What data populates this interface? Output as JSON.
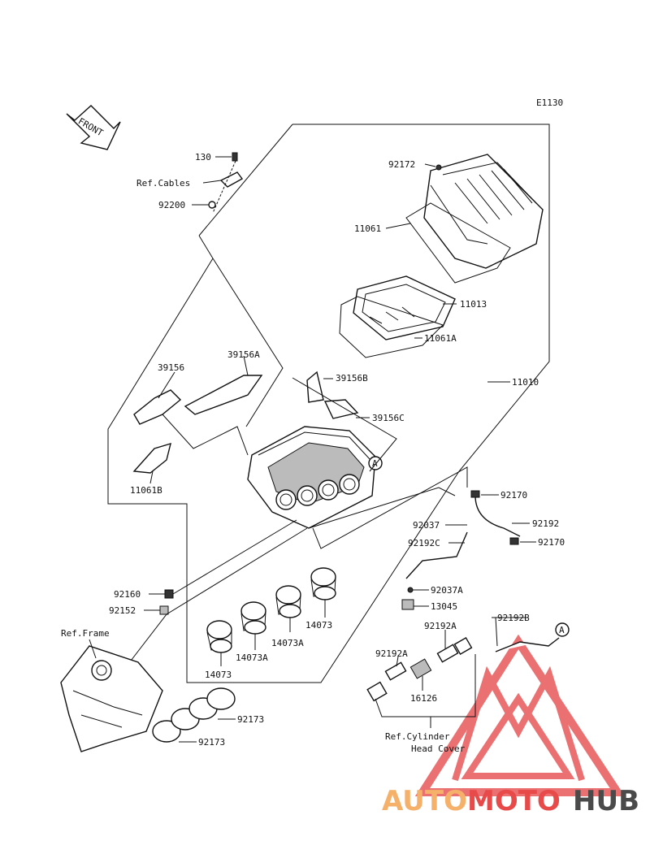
{
  "diagram_id": "E1130",
  "front_label": "FRONT",
  "callout_marker": "A",
  "parts": [
    {
      "id": "p130",
      "label": "130"
    },
    {
      "id": "pRefCables",
      "label": "Ref.Cables"
    },
    {
      "id": "p92200",
      "label": "92200"
    },
    {
      "id": "p92172",
      "label": "92172"
    },
    {
      "id": "p11061",
      "label": "11061"
    },
    {
      "id": "p11013",
      "label": "11013"
    },
    {
      "id": "p11061A",
      "label": "11061A"
    },
    {
      "id": "p39156A",
      "label": "39156A"
    },
    {
      "id": "p39156",
      "label": "39156"
    },
    {
      "id": "p39156B",
      "label": "39156B"
    },
    {
      "id": "p11010",
      "label": "11010"
    },
    {
      "id": "p39156C",
      "label": "39156C"
    },
    {
      "id": "p11061B",
      "label": "11061B"
    },
    {
      "id": "p92170a",
      "label": "92170"
    },
    {
      "id": "p92037",
      "label": "92037"
    },
    {
      "id": "p92192",
      "label": "92192"
    },
    {
      "id": "p92192C",
      "label": "92192C"
    },
    {
      "id": "p92170b",
      "label": "92170"
    },
    {
      "id": "p92037A",
      "label": "92037A"
    },
    {
      "id": "p13045",
      "label": "13045"
    },
    {
      "id": "p92160",
      "label": "92160"
    },
    {
      "id": "p92152",
      "label": "92152"
    },
    {
      "id": "pRefFrame",
      "label": "Ref.Frame"
    },
    {
      "id": "p14073a",
      "label": "14073"
    },
    {
      "id": "p14073A1",
      "label": "14073A"
    },
    {
      "id": "p14073A2",
      "label": "14073A"
    },
    {
      "id": "p14073b",
      "label": "14073"
    },
    {
      "id": "p92192A1",
      "label": "92192A"
    },
    {
      "id": "p92192B",
      "label": "92192B"
    },
    {
      "id": "p92192A2",
      "label": "92192A"
    },
    {
      "id": "p16126",
      "label": "16126"
    },
    {
      "id": "p92173a",
      "label": "92173"
    },
    {
      "id": "p92173b",
      "label": "92173"
    },
    {
      "id": "pRefCyl1",
      "label": "Ref.Cylinder"
    },
    {
      "id": "pRefCyl2",
      "label": "Head Cover"
    }
  ],
  "watermark": {
    "part1": "AUTO",
    "part2": "MOTO",
    "part3": "HUB",
    "colors": {
      "auto": "#f5b06a",
      "moto": "#e84a4a",
      "hub": "#4a4a4a",
      "logo": "#e8585a"
    }
  }
}
